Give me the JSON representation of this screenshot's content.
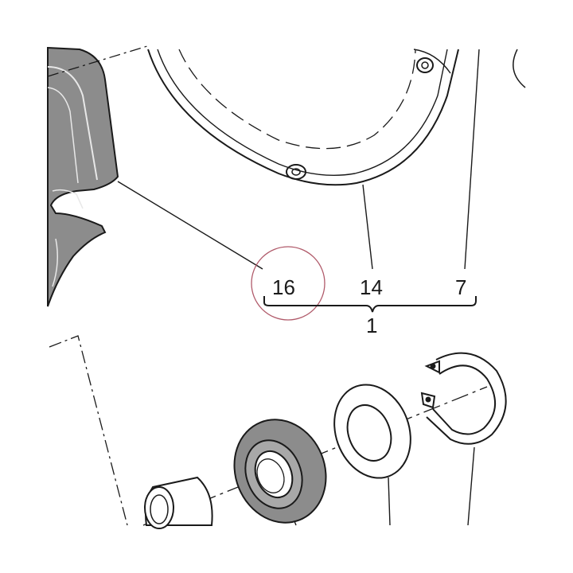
{
  "callouts": {
    "seal_ring": "16",
    "cover_gasket": "14",
    "cover_screw": "7",
    "assembly": "1"
  },
  "colors": {
    "line": "#1a1a1a",
    "part_fill": "#8c8c8c",
    "highlight_circle": "#b05a6a",
    "background": "#ffffff"
  },
  "highlighted_callout": "16"
}
